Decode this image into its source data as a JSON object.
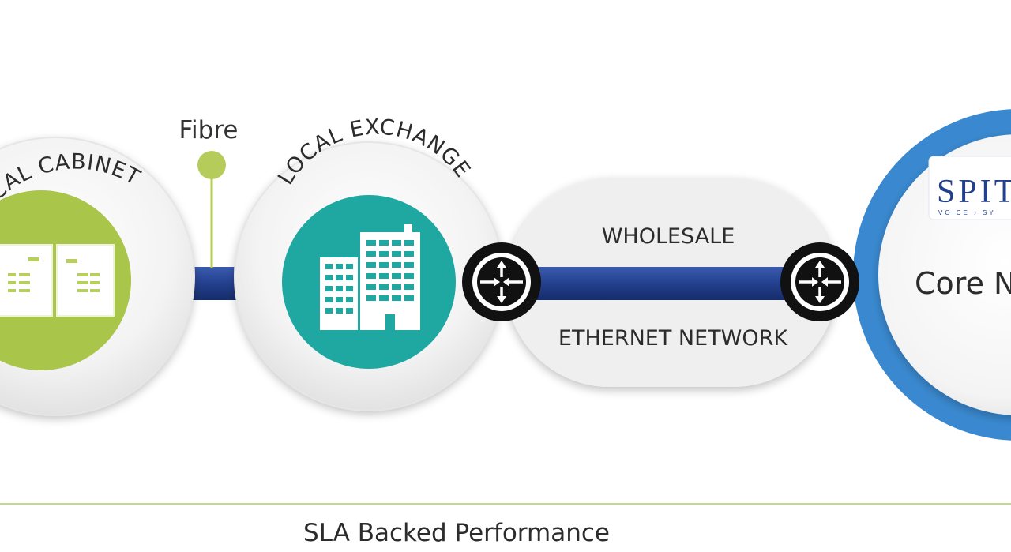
{
  "diagram": {
    "fibre_label": "Fibre",
    "nodes": {
      "cabinet": {
        "label": "LOCAL CABINET"
      },
      "exchange": {
        "label": "LOCAL EXCHANGE"
      },
      "core": {
        "label": "Core N",
        "logo_text": "SPIT",
        "logo_tagline": "VOICE  ›  SY"
      }
    },
    "network": {
      "top_label": "WHOLESALE",
      "bottom_label": "ETHERNET  NETWORK"
    },
    "footer": {
      "label": "SLA Backed Performance"
    },
    "colors": {
      "link": "#23408e",
      "cabinet_green": "#a9c64a",
      "exchange_teal": "#1fa8a2",
      "core_blue": "#3a89d0",
      "fibre_dot": "#b5cc5a",
      "router": "#111111",
      "divider": "#c2d98a"
    },
    "icons": [
      "router-icon",
      "building-icon",
      "cabinet-icon",
      "fibre-marker-icon"
    ]
  }
}
